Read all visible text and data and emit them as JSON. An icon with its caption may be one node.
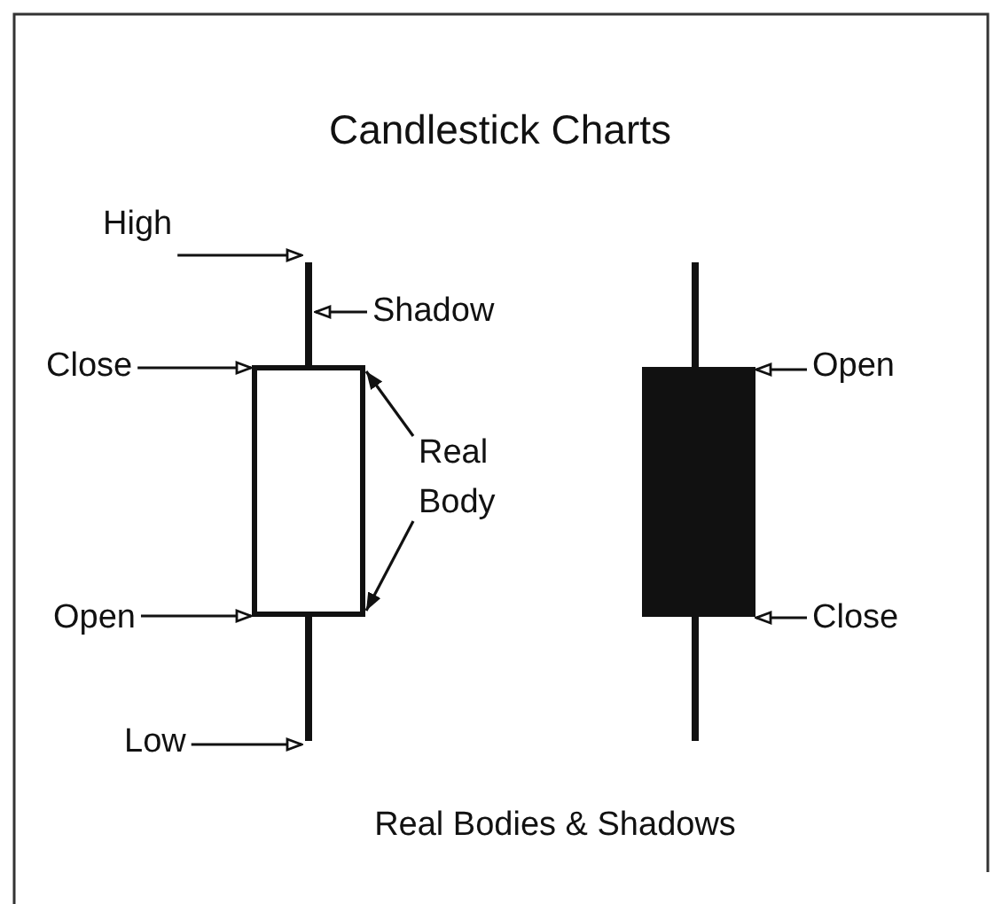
{
  "diagram": {
    "title": "Candlestick Charts",
    "caption": "Real Bodies & Shadows",
    "nodes": [
      {
        "text": [
          "High"
        ]
      },
      {
        "text": [
          "Shadow"
        ]
      },
      {
        "text": [
          "Close"
        ]
      },
      {
        "text": [
          "Real Body"
        ]
      },
      {
        "text": [
          "Open"
        ]
      },
      {
        "text": [
          "Low"
        ]
      },
      {
        "text": [
          "Open"
        ]
      },
      {
        "text": [
          "Close"
        ]
      },
      {
        "text": [],
        "shape": "bar"
      },
      {
        "text": [],
        "shape": "box"
      },
      {
        "text": [],
        "shape": "bar"
      },
      {
        "text": [],
        "shape": "box"
      }
    ],
    "edges": [
      {
        "from": 0,
        "to": 8,
        "arrow": "to"
      },
      {
        "from": 1,
        "to": 8,
        "arrow": "to"
      },
      {
        "from": 2,
        "to": 9,
        "arrow": "to"
      },
      {
        "from": 3,
        "to": 9,
        "arrow": "to"
      },
      {
        "from": 3,
        "to": 9,
        "arrow": "to"
      },
      {
        "from": 4,
        "to": 9,
        "arrow": "to"
      },
      {
        "from": 5,
        "to": 10,
        "arrow": "to"
      },
      {
        "from": 6,
        "to": 11,
        "arrow": "to"
      },
      {
        "from": 7,
        "to": 11,
        "arrow": "to"
      }
    ]
  }
}
